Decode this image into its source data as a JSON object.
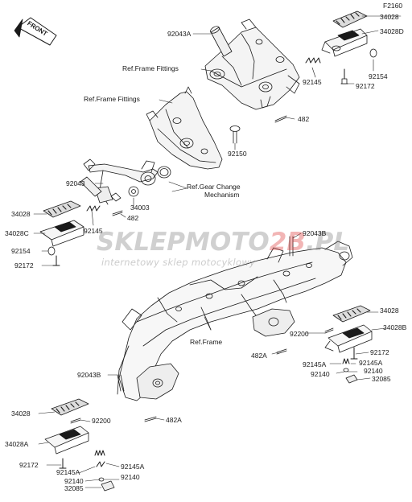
{
  "diagram_code": "F2160",
  "front_badge": "FRONT",
  "watermark": {
    "brand_a": "SKLEP",
    "brand_b": "MOTO",
    "brand_c": "2B",
    "brand_d": ".PL",
    "tagline": "internetowy sklep motocyklowy"
  },
  "labels": {
    "l92043A": "92043A",
    "ref_frame_fittings_1": "Ref.Frame Fittings",
    "ref_frame_fittings_2": "Ref.Frame Fittings",
    "l34028_tr": "34028",
    "l34028D": "34028D",
    "l92154_tr": "92154",
    "l92172_tr": "92172",
    "l92145_tr": "92145",
    "l482_tr": "482",
    "l92150": "92150",
    "l92043": "92043",
    "ref_gear_1": "Ref.Gear Change",
    "ref_gear_2": "Mechanism",
    "l34003": "34003",
    "l482_ml": "482",
    "l34028_ml": "34028",
    "l34028C": "34028C",
    "l92154_ml": "92154",
    "l92172_ml": "92172",
    "l92145_ml": "92145",
    "l92043B_top": "92043B",
    "ref_frame": "Ref.Frame",
    "l34028_rr": "34028",
    "l34028B": "34028B",
    "l92200_rr": "92200",
    "l482A_rr": "482A",
    "l92172_rr": "92172",
    "l92145A_rr1": "92145A",
    "l92145A_rr2": "92145A",
    "l92140_rr1": "92140",
    "l92140_rr2": "92140",
    "l32085_rr": "32085",
    "l92043B_bot": "92043B",
    "l482A_bl": "482A",
    "l34028_bl": "34028",
    "l92200_bl": "92200",
    "l34028A": "34028A",
    "l92172_bl": "92172",
    "l92145A_bl1": "92145A",
    "l92145A_bl2": "92145A",
    "l92140_bl1": "92140",
    "l92140_bl2": "92140",
    "l32085_bl": "32085"
  }
}
